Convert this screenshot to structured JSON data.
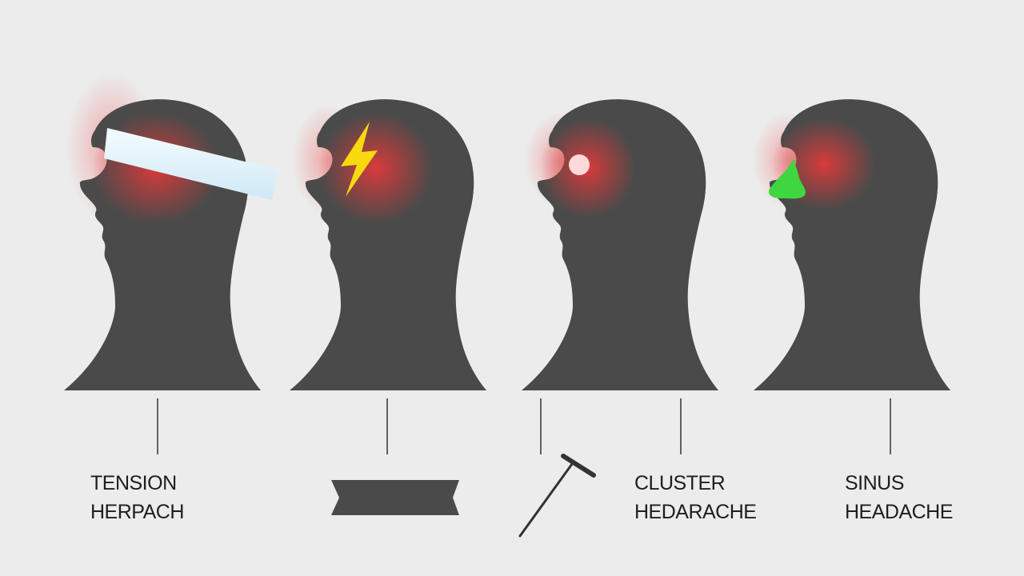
{
  "colors": {
    "background": "#ececec",
    "silhouette": "#4a4a4a",
    "pain_glow": "#e23a3a",
    "headband": "#e6f4fb",
    "lightning": "#f7d90f",
    "cluster_spot": "#ffd9d9",
    "sinus_nose": "#3fd63f",
    "connector_line": "#333333",
    "label_text": "#1e1e1e"
  },
  "heads": [
    {
      "type": "tension",
      "marker_icon": "headband-icon"
    },
    {
      "type": "migraine",
      "marker_icon": "lightning-bolt-icon"
    },
    {
      "type": "cluster",
      "marker_icon": "eye-spot-icon"
    },
    {
      "type": "sinus",
      "marker_icon": "nose-highlight-icon"
    }
  ],
  "labels": {
    "tension": {
      "line1": "TENSION",
      "line2": "HERPACH"
    },
    "cluster": {
      "line1": "CLUSTER",
      "line2": "HEDARACHE"
    },
    "sinus": {
      "line1": "SINUS",
      "line2": "HEADACHE"
    }
  },
  "symbols": {
    "band": "band-shape-icon",
    "nail": "nail-icon"
  }
}
